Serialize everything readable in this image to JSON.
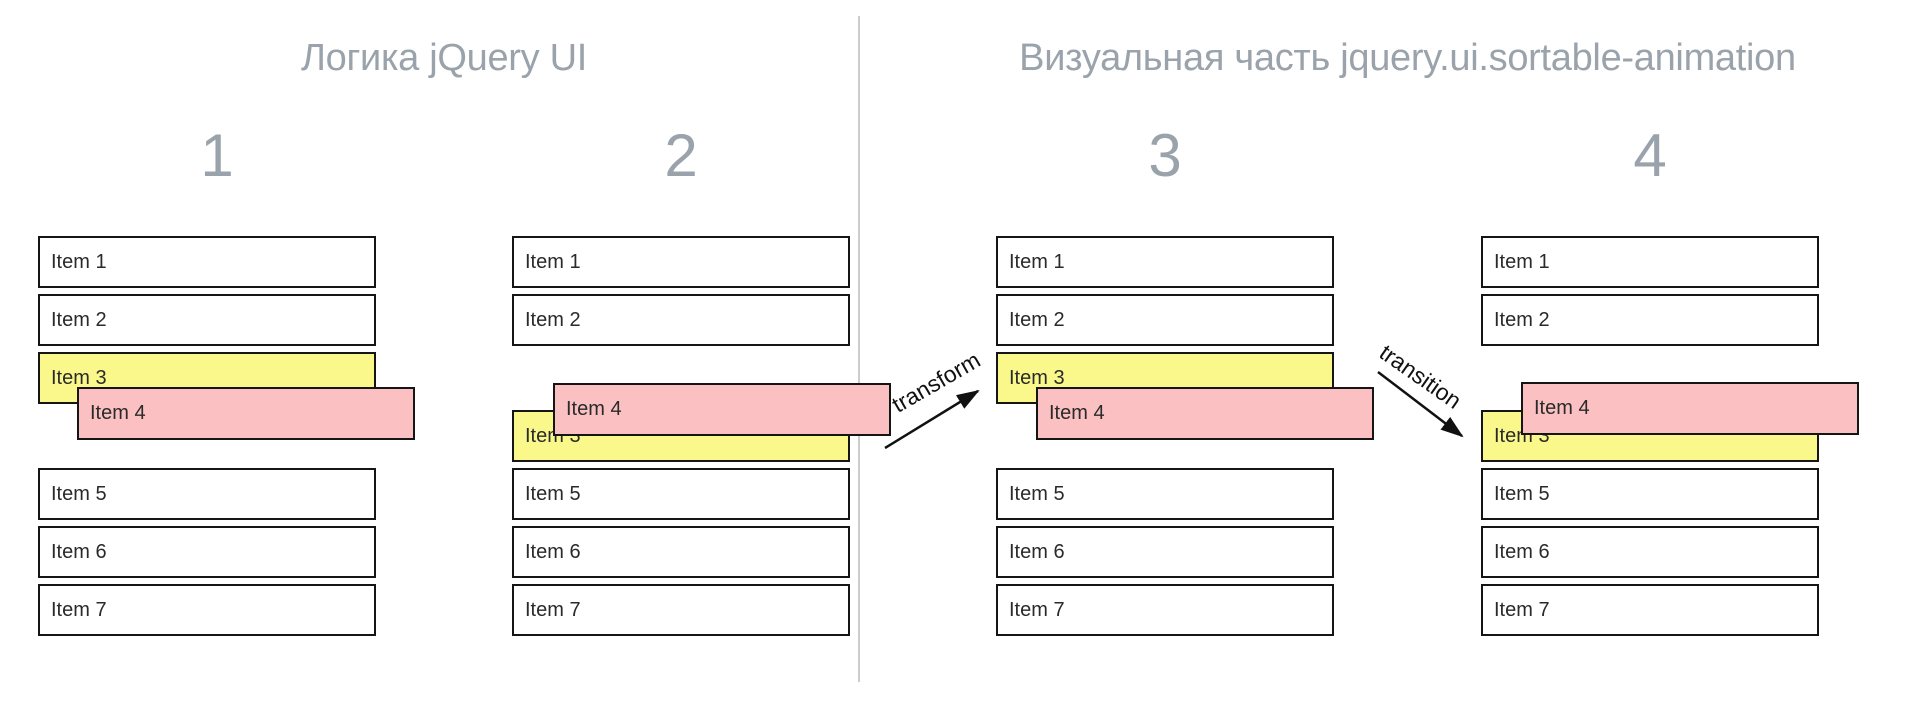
{
  "section_titles": {
    "left": "Логика jQuery UI",
    "right": "Визуальная часть jquery.ui.sortable-animation"
  },
  "arrow_labels": {
    "transform": "transform",
    "transition": "transition"
  },
  "colors": {
    "highlight_yellow": "#FAF88A",
    "drag_pink": "#FAC0C2",
    "box_border": "#151515",
    "muted_gray": "#9AA3AB",
    "divider_gray": "#CCCCCC",
    "arrow_black": "#111111"
  },
  "columns": [
    {
      "number": "1",
      "items": [
        {
          "label": "Item 1",
          "state": "normal"
        },
        {
          "label": "Item 2",
          "state": "normal"
        },
        {
          "label": "Item 3",
          "state": "highlight"
        },
        {
          "label": "",
          "state": "empty"
        },
        {
          "label": "Item 5",
          "state": "normal"
        },
        {
          "label": "Item 6",
          "state": "normal"
        },
        {
          "label": "Item 7",
          "state": "normal"
        }
      ],
      "drag_item": {
        "label": "Item 4"
      }
    },
    {
      "number": "2",
      "items": [
        {
          "label": "Item 1",
          "state": "normal"
        },
        {
          "label": "Item 2",
          "state": "normal"
        },
        {
          "label": "",
          "state": "empty"
        },
        {
          "label": "Item 3",
          "state": "highlight"
        },
        {
          "label": "Item 5",
          "state": "normal"
        },
        {
          "label": "Item 6",
          "state": "normal"
        },
        {
          "label": "Item 7",
          "state": "normal"
        }
      ],
      "drag_item": {
        "label": "Item 4"
      }
    },
    {
      "number": "3",
      "items": [
        {
          "label": "Item 1",
          "state": "normal"
        },
        {
          "label": "Item 2",
          "state": "normal"
        },
        {
          "label": "Item 3",
          "state": "highlight"
        },
        {
          "label": "",
          "state": "empty"
        },
        {
          "label": "Item 5",
          "state": "normal"
        },
        {
          "label": "Item 6",
          "state": "normal"
        },
        {
          "label": "Item 7",
          "state": "normal"
        }
      ],
      "drag_item": {
        "label": "Item 4"
      }
    },
    {
      "number": "4",
      "items": [
        {
          "label": "Item 1",
          "state": "normal"
        },
        {
          "label": "Item 2",
          "state": "normal"
        },
        {
          "label": "",
          "state": "empty"
        },
        {
          "label": "Item 3",
          "state": "highlight"
        },
        {
          "label": "Item 5",
          "state": "normal"
        },
        {
          "label": "Item 6",
          "state": "normal"
        },
        {
          "label": "Item 7",
          "state": "normal"
        }
      ],
      "drag_item": {
        "label": "Item 4"
      }
    }
  ]
}
